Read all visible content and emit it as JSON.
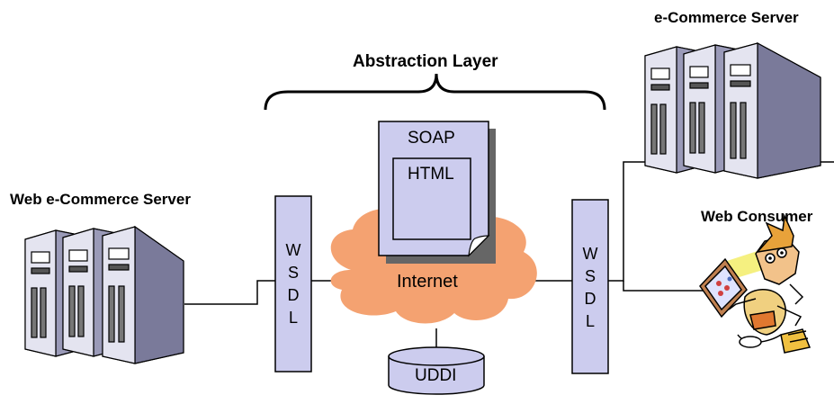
{
  "labels": {
    "abstraction_layer": "Abstraction Layer",
    "web_ecommerce_server": "Web e-Commerce Server",
    "ecommerce_server": "e-Commerce Server",
    "web_consumer": "Web Consumer"
  },
  "cloud": {
    "label": "Internet",
    "fill": "#f4a271"
  },
  "document": {
    "outer_label": "SOAP",
    "inner_label": "HTML"
  },
  "registry": {
    "label": "UDDI"
  },
  "wsdl_left": {
    "letters": [
      "W",
      "S",
      "D",
      "L"
    ]
  },
  "wsdl_right": {
    "letters": [
      "W",
      "S",
      "D",
      "L"
    ]
  },
  "colors": {
    "panel_fill": "#ccccee",
    "server_front": "#d8d8e8",
    "server_side": "#7a7a9a"
  }
}
